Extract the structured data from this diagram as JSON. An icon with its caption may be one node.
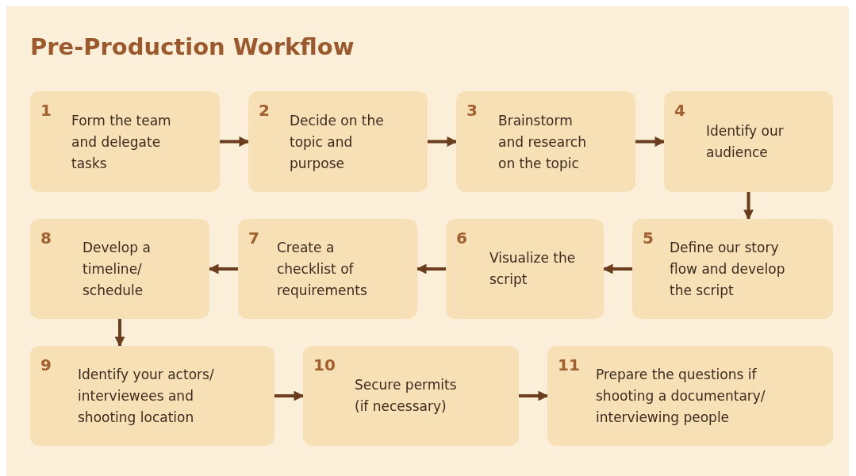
{
  "diagram": {
    "title": "Pre-Production Workflow",
    "nodes": [
      {
        "text": [
          "1",
          "Form the team and delegate tasks"
        ]
      },
      {
        "text": [
          "2",
          "Decide on the topic and purpose"
        ]
      },
      {
        "text": [
          "3",
          "Brainstorm and research on the topic"
        ]
      },
      {
        "text": [
          "4",
          "Identify our audience"
        ]
      },
      {
        "text": [
          "5",
          "Define our story flow and develop the script"
        ]
      },
      {
        "text": [
          "6",
          "Visualize the script"
        ]
      },
      {
        "text": [
          "7",
          "Create a checklist of requirements"
        ]
      },
      {
        "text": [
          "8",
          "Develop a timeline/ schedule"
        ]
      },
      {
        "text": [
          "9",
          "Identify your actors/ interviewees and shooting location"
        ]
      },
      {
        "text": [
          "10",
          "Secure permits (if necessary)"
        ]
      },
      {
        "text": [
          "11",
          "Prepare the questions if shooting a documentary/ interviewing people"
        ]
      }
    ],
    "edges": [
      {
        "from": 0,
        "to": 1,
        "arrow": "to"
      },
      {
        "from": 1,
        "to": 2,
        "arrow": "to"
      },
      {
        "from": 2,
        "to": 3,
        "arrow": "to"
      },
      {
        "from": 3,
        "to": 4,
        "arrow": "to"
      },
      {
        "from": 4,
        "to": 5,
        "arrow": "to"
      },
      {
        "from": 5,
        "to": 6,
        "arrow": "to"
      },
      {
        "from": 6,
        "to": 7,
        "arrow": "to"
      },
      {
        "from": 7,
        "to": 8,
        "arrow": "to"
      },
      {
        "from": 8,
        "to": 9,
        "arrow": "to"
      },
      {
        "from": 9,
        "to": 10,
        "arrow": "to"
      }
    ]
  }
}
